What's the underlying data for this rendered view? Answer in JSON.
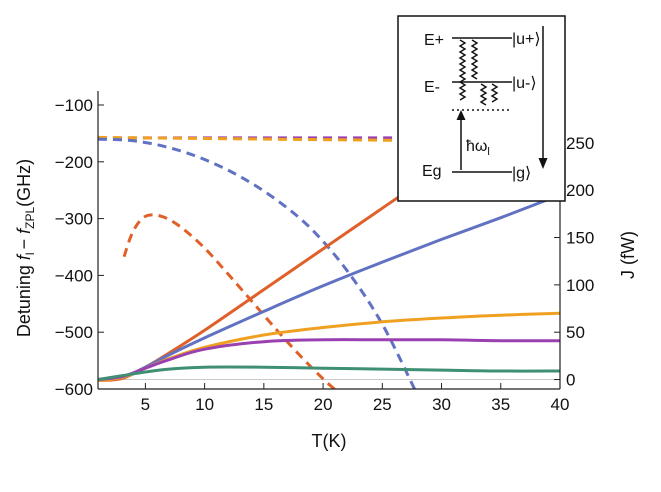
{
  "chart_data": {
    "type": "line",
    "xlabel": "T(K)",
    "ylabel_left": {
      "prefix": "Detuning ",
      "f1": "f",
      "s1": "l",
      "mid": "− ",
      "f2": "f",
      "s2": "ZPL",
      "suffix": "(GHz)"
    },
    "ylabel_right": "J (fW)",
    "xlim": [
      1,
      40
    ],
    "ylim_left": [
      -600,
      -100
    ],
    "ylim_right": [
      -10,
      290
    ],
    "x_ticks": [
      5,
      10,
      15,
      20,
      25,
      30,
      35,
      40
    ],
    "y_ticks_left": [
      -100,
      -200,
      -300,
      -400,
      -500,
      -600
    ],
    "y_ticks_left_labels": [
      "−100",
      "−200",
      "−300",
      "−400",
      "−500",
      "−600"
    ],
    "y_ticks_right": [
      0,
      50,
      100,
      150,
      200,
      250
    ],
    "grid": false,
    "series": [
      {
        "axis": "left",
        "style": "dashed",
        "color": "#9b40b0",
        "x": [
          1,
          40
        ],
        "y": [
          -158,
          -158
        ]
      },
      {
        "axis": "left",
        "style": "dashed",
        "color": "#f0a020",
        "x": [
          1,
          5,
          10,
          15,
          20,
          25,
          30,
          35,
          40
        ],
        "y": [
          -157,
          -158,
          -159,
          -160,
          -161,
          -162,
          -163,
          -164,
          -166
        ]
      },
      {
        "axis": "left",
        "style": "dashed",
        "color": "#6272c2",
        "x": [
          1,
          4,
          7,
          10,
          13,
          16,
          19,
          22,
          25,
          28
        ],
        "y": [
          -160,
          -163,
          -175,
          -196,
          -226,
          -266,
          -318,
          -391,
          -486,
          -612
        ]
      },
      {
        "axis": "left",
        "style": "dashed",
        "color": "#e0602a",
        "x": [
          3.2,
          3.8,
          4.5,
          5.3,
          6.5,
          8,
          10,
          12,
          14,
          16,
          18,
          20,
          21.6
        ],
        "y": [
          -367,
          -330,
          -305,
          -294,
          -297,
          -315,
          -352,
          -398,
          -446,
          -494,
          -540,
          -582,
          -612
        ]
      },
      {
        "axis": "right",
        "style": "solid",
        "color": "#e0602a",
        "x": [
          1,
          3,
          5,
          7,
          10,
          15,
          20,
          25,
          30,
          35,
          40
        ],
        "y": [
          -1,
          1,
          13,
          28,
          52,
          95,
          138,
          181,
          224,
          267,
          310
        ]
      },
      {
        "axis": "right",
        "style": "solid",
        "color": "#6272c2",
        "x": [
          1,
          3,
          5,
          7,
          10,
          15,
          20,
          25,
          30,
          35,
          40
        ],
        "y": [
          0,
          2,
          13,
          26,
          44,
          72,
          99,
          124,
          148,
          171,
          195
        ]
      },
      {
        "axis": "right",
        "style": "solid",
        "color": "#f0a020",
        "x": [
          1,
          3,
          5,
          7,
          10,
          15,
          20,
          25,
          30,
          35,
          40
        ],
        "y": [
          -1,
          2,
          12,
          22,
          34,
          47,
          55,
          61,
          65,
          68,
          70
        ]
      },
      {
        "axis": "right",
        "style": "solid",
        "color": "#9b40b0",
        "x": [
          1,
          3,
          5,
          7,
          10,
          15,
          20,
          25,
          30,
          35,
          40
        ],
        "y": [
          0,
          3,
          12,
          21,
          32,
          40,
          42,
          42,
          42,
          41,
          41
        ]
      },
      {
        "axis": "right",
        "style": "solid",
        "color": "#3f8f75",
        "x": [
          1,
          3,
          5,
          7,
          10,
          15,
          20,
          25,
          30,
          35,
          40
        ],
        "y": [
          0,
          4,
          8,
          11,
          13,
          13,
          12,
          11,
          10,
          9,
          9
        ]
      }
    ],
    "inset": {
      "levels": {
        "e_plus": "E+",
        "e_minus": "E-",
        "eg": "Eg"
      },
      "kets": {
        "u_plus": "|u+⟩",
        "u_minus": "|u-⟩",
        "g": "|g⟩"
      },
      "photon": "ħω",
      "photon_sub": "l"
    }
  }
}
